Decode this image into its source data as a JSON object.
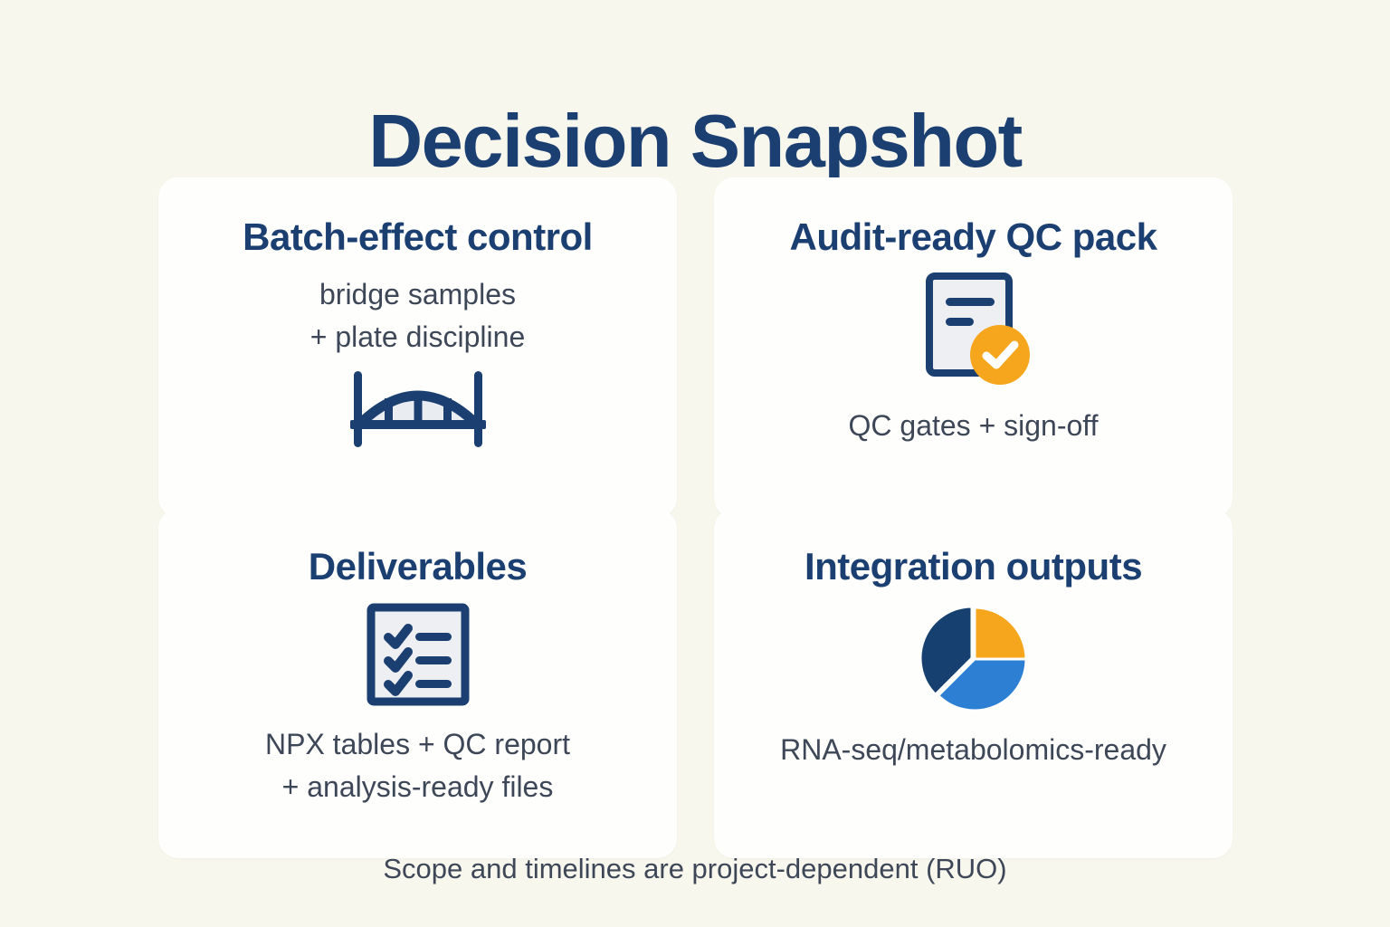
{
  "page": {
    "title": "Decision Snapshot",
    "footer": "Scope and timelines are project-dependent (RUO)"
  },
  "colors": {
    "background": "#f8f7ee",
    "card": "#fefefc",
    "navy": "#1c3f72",
    "slate": "#3d4757",
    "orange": "#f5a61d",
    "blue": "#2d7fd3",
    "pie_navy": "#16406f",
    "icon_fill": "#edeff2"
  },
  "cards": [
    {
      "title": "Batch-effect control",
      "body_lines": [
        "bridge samples",
        "+ plate discipline"
      ],
      "icon": "bridge-icon"
    },
    {
      "title": "Audit-ready QC pack",
      "body_lines": [
        "QC gates + sign-off"
      ],
      "icon": "document-check-icon"
    },
    {
      "title": "Deliverables",
      "body_lines": [
        "NPX tables + QC report",
        "+ analysis-ready files"
      ],
      "icon": "checklist-icon"
    },
    {
      "title": "Integration outputs",
      "body_lines": [
        "RNA-seq/metabolomics-ready"
      ],
      "icon": "pie-chart-icon"
    }
  ]
}
